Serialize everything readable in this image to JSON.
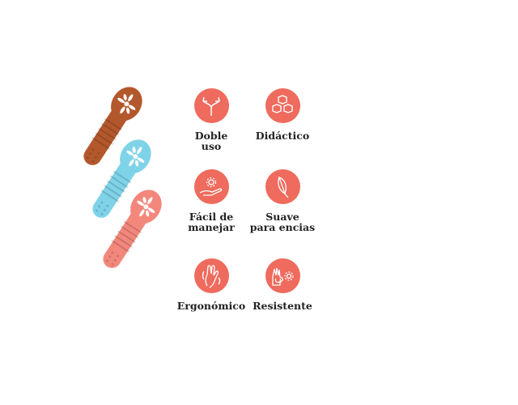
{
  "colors": {
    "accent": "#ee6b5e",
    "spoon_brown": "#b3582c",
    "spoon_blue": "#7fd3e8",
    "spoon_pink": "#f3877c"
  },
  "features": [
    {
      "line1": "Doble",
      "line2": "uso",
      "icon": "split-arrows-icon"
    },
    {
      "line1": "Didáctico",
      "line2": "",
      "icon": "blocks-icon"
    },
    {
      "line1": "Fácil de",
      "line2": "manejar",
      "icon": "hand-gear-icon"
    },
    {
      "line1": "Suave",
      "line2": "para encias",
      "icon": "feather-icon"
    },
    {
      "line1": "Ergonómico",
      "line2": "",
      "icon": "hand-icon"
    },
    {
      "line1": "Resistente",
      "line2": "",
      "icon": "ok-hand-gear-icon"
    }
  ]
}
